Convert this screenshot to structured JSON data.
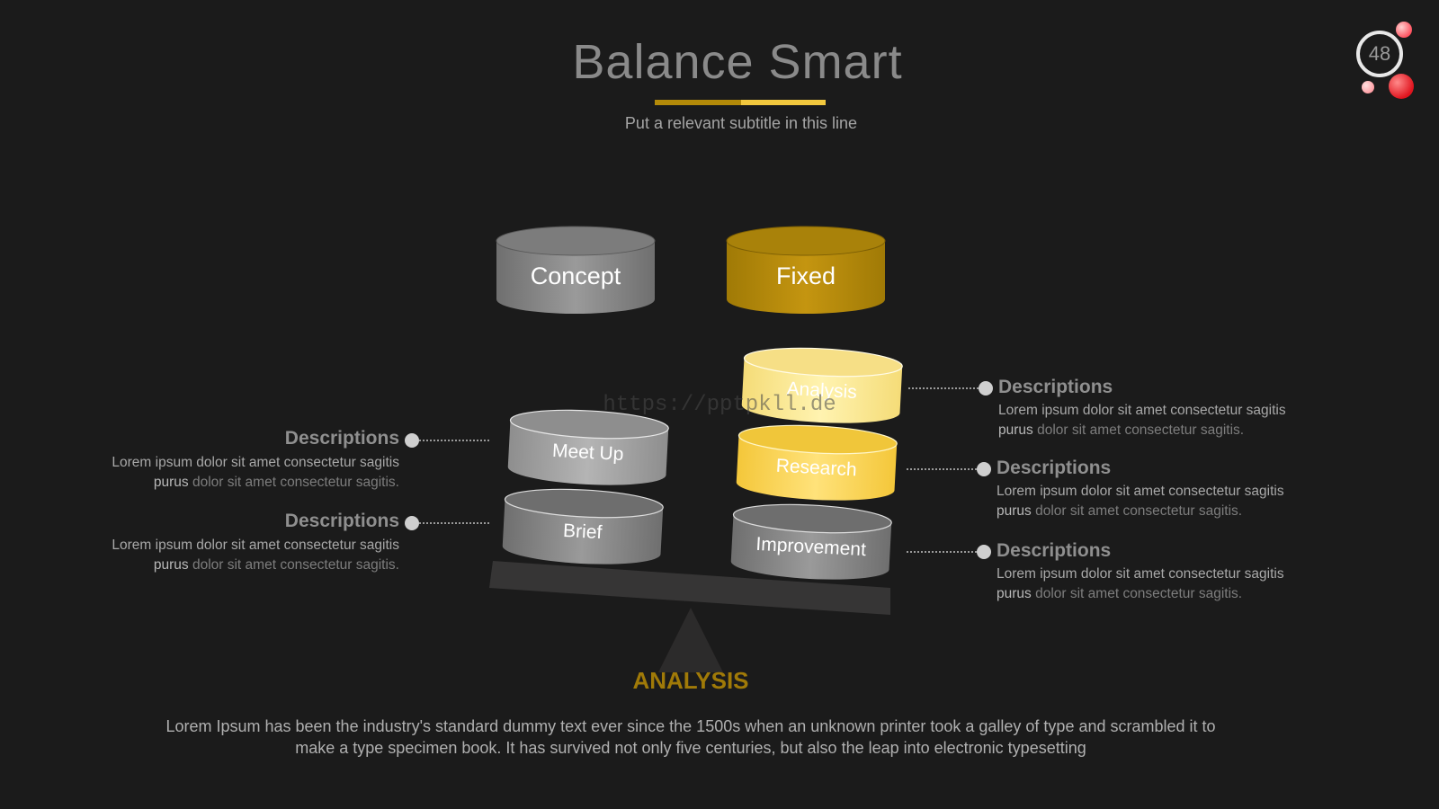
{
  "header": {
    "title": "Balance Smart",
    "subtitle": "Put a relevant subtitle in this line",
    "page_number": "48"
  },
  "colors": {
    "background": "#1b1b1b",
    "accent_dark_gold": "#b38a09",
    "accent_light_gold": "#f2c83e",
    "gray_cylinder": "#8c8c8c",
    "pale_yellow": "#fff0a0",
    "yellow": "#ffd85a",
    "badge_red": "#e0141e"
  },
  "diagram": {
    "top_left_label": "Concept",
    "top_right_label": "Fixed",
    "left_stack": [
      "Meet Up",
      "Brief"
    ],
    "right_stack": [
      "Analysis",
      "Research",
      "Improvement"
    ],
    "pivot_label": "ANALYSIS"
  },
  "descriptions": {
    "left": [
      {
        "title": "Descriptions",
        "body_lead": "Lorem ipsum dolor sit amet consectetur sagitis",
        "body_strong": "purus",
        "body_soft": "dolor sit amet consectetur sagitis."
      },
      {
        "title": "Descriptions",
        "body_lead": "Lorem ipsum dolor sit amet consectetur sagitis",
        "body_strong": "purus",
        "body_soft": "dolor sit amet consectetur sagitis."
      }
    ],
    "right": [
      {
        "title": "Descriptions",
        "body_lead": "Lorem ipsum dolor sit amet consectetur sagitis",
        "body_strong": "purus",
        "body_soft": "dolor sit amet consectetur sagitis."
      },
      {
        "title": "Descriptions",
        "body_lead": "Lorem ipsum dolor sit amet consectetur sagitis",
        "body_strong": "purus",
        "body_soft": "dolor sit amet consectetur sagitis."
      },
      {
        "title": "Descriptions",
        "body_lead": "Lorem ipsum dolor sit amet consectetur sagitis",
        "body_strong": "purus",
        "body_soft": "dolor sit amet consectetur sagitis."
      }
    ]
  },
  "footer": {
    "text": "Lorem Ipsum has been the industry's standard dummy text ever since the 1500s when an unknown printer took a galley of type and scrambled it to make a type specimen book. It has survived not only five centuries, but also the leap into electronic typesetting"
  },
  "watermark": "https://pptpkll.de"
}
